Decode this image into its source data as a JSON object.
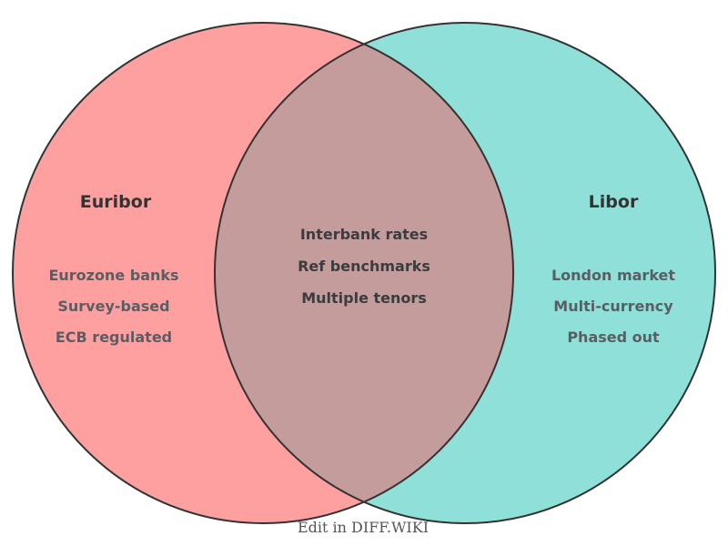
{
  "diagram": {
    "type": "venn2",
    "outline_color": "#333333",
    "left_set": {
      "title": "Euribor",
      "fill": "#FFA0A0",
      "items": [
        "Eurozone banks",
        "Survey-based",
        "ECB regulated"
      ]
    },
    "right_set": {
      "title": "Libor",
      "fill": "#8FE0D8",
      "items": [
        "London market",
        "Multi-currency",
        "Phased out"
      ]
    },
    "intersection": {
      "fill": "#C49C9C",
      "items": [
        "Interbank rates",
        "Ref benchmarks",
        "Multiple tenors"
      ]
    },
    "colors": {
      "title_text": "#333333",
      "side_text": "#5A5E64",
      "center_text": "#3A3C40",
      "caption_text": "#555555"
    },
    "caption": "Edit in DIFF.WIKI"
  }
}
